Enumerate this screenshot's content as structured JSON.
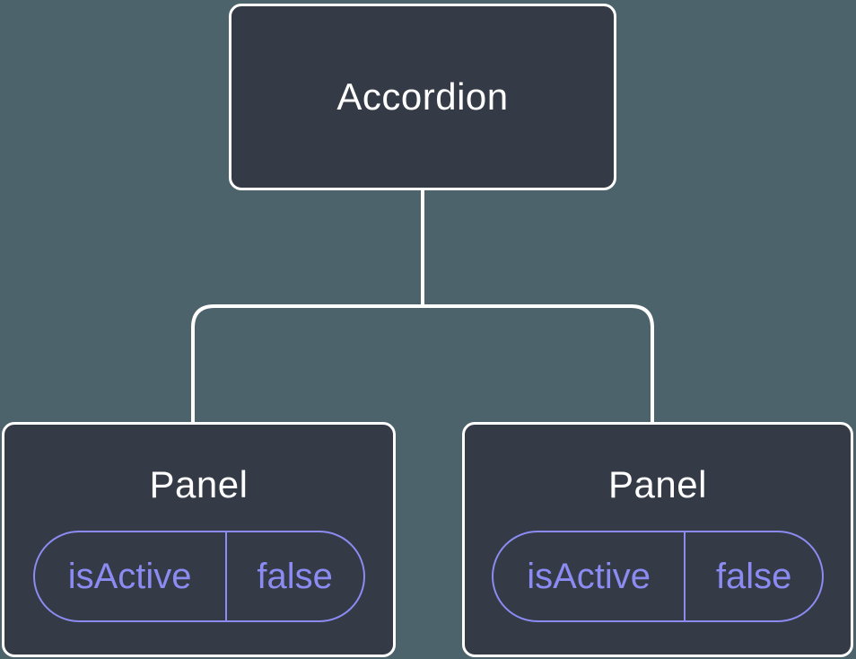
{
  "colors": {
    "background": "#4D636C",
    "node_fill": "#343A46",
    "node_border": "#FFFFFF",
    "node_text": "#FFFFFF",
    "connector": "#FFFFFF",
    "state_accent": "#8B8BF2"
  },
  "tree": {
    "root": {
      "label": "Accordion"
    },
    "children": [
      {
        "label": "Panel",
        "state": {
          "name": "isActive",
          "value": "false"
        }
      },
      {
        "label": "Panel",
        "state": {
          "name": "isActive",
          "value": "false"
        }
      }
    ]
  }
}
